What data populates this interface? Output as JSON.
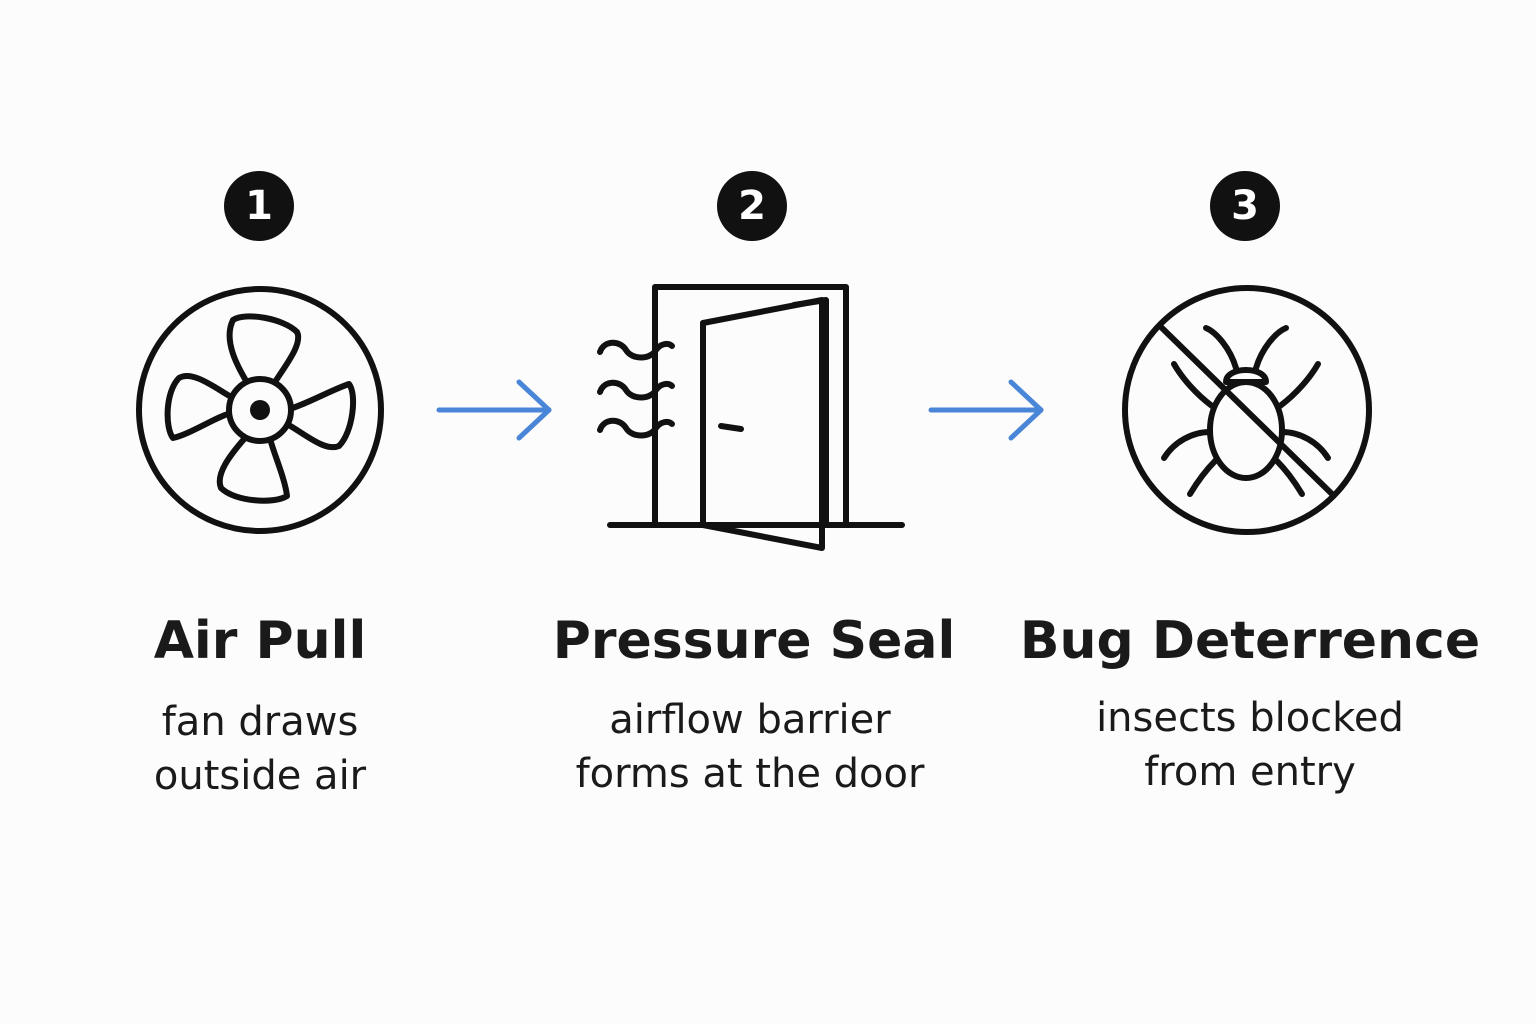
{
  "accent_color": "#4a86d8",
  "ink_color": "#111111",
  "steps": [
    {
      "number": "1",
      "icon": "fan-icon",
      "title": "Air Pull",
      "desc_lines": [
        "fan draws",
        "outside air"
      ]
    },
    {
      "number": "2",
      "icon": "door-airflow-icon",
      "title": "Pressure Seal",
      "desc_lines": [
        "airflow barrier",
        "forms at the door"
      ]
    },
    {
      "number": "3",
      "icon": "no-bug-icon",
      "title": "Bug Deterrence",
      "desc_lines": [
        "insects blocked",
        "from entry"
      ]
    }
  ],
  "arrows": [
    "arrow-right-icon",
    "arrow-right-icon"
  ]
}
